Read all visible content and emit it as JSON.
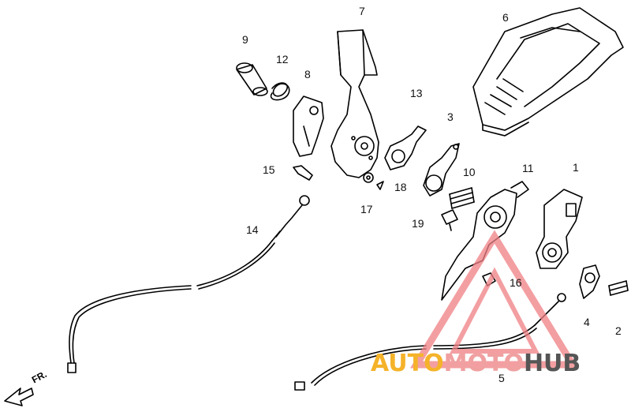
{
  "part_labels": [
    "1",
    "2",
    "3",
    "4",
    "5",
    "6",
    "7",
    "8",
    "9",
    "10",
    "11",
    "12",
    "13",
    "14",
    "15",
    "16",
    "17",
    "18",
    "19"
  ],
  "direction_label": "FR.",
  "watermark": {
    "part1": "AUTO",
    "part2": "MOTO",
    "part3": "HUB",
    "colors": {
      "auto": "#f5b32a",
      "moto": "#f0a0a0",
      "hub": "#555555",
      "triangle": "#f07f84"
    }
  }
}
